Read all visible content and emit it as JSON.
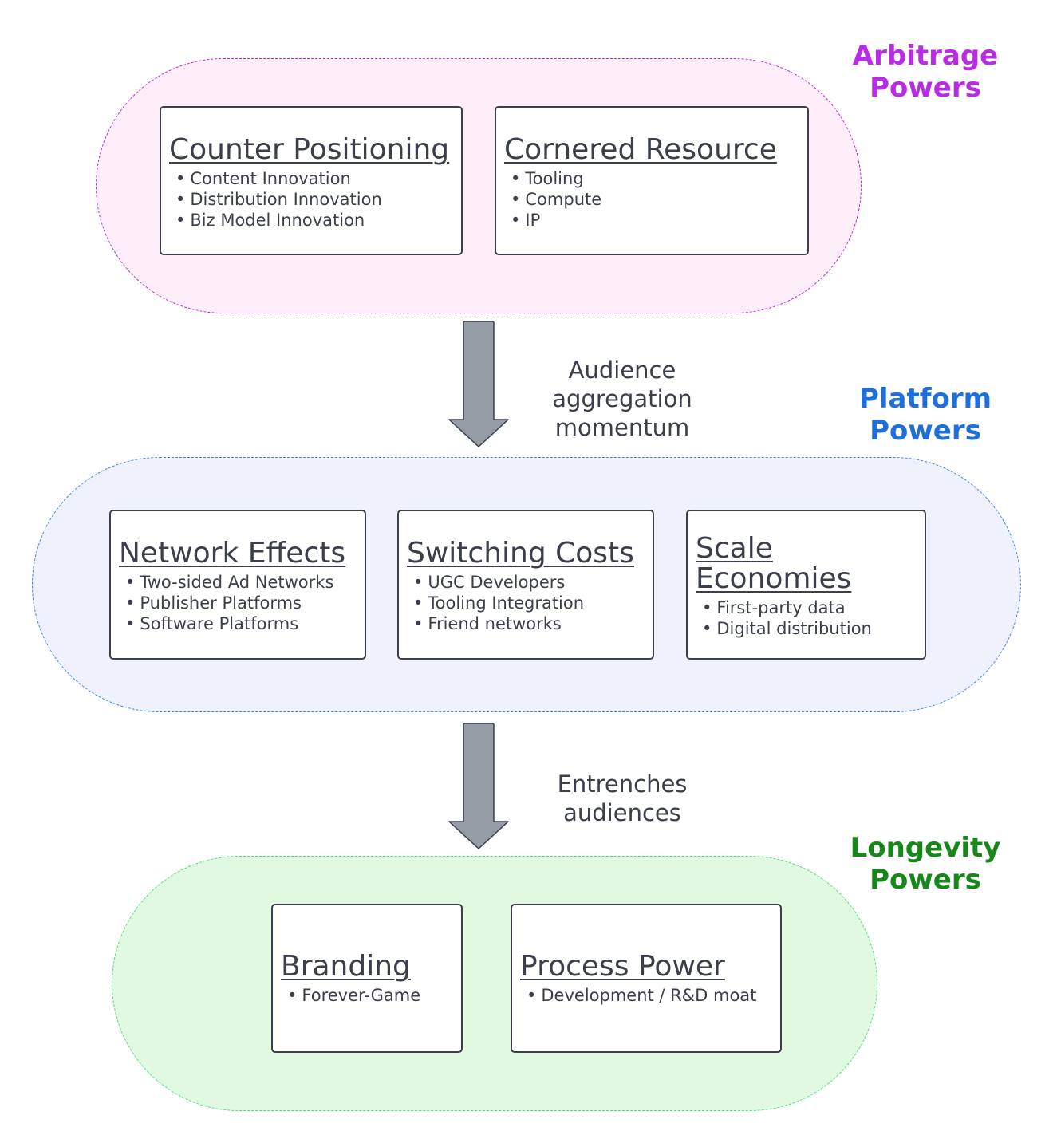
{
  "groups": [
    {
      "label_line1": "Arbitrage",
      "label_line2": "Powers",
      "color": "#b92be6",
      "cards": [
        {
          "title": "Counter Positioning",
          "items": [
            "Content Innovation",
            "Distribution Innovation",
            "Biz Model Innovation"
          ]
        },
        {
          "title": "Cornered Resource",
          "items": [
            "Tooling",
            "Compute",
            "IP"
          ]
        }
      ]
    },
    {
      "label_line1": "Platform",
      "label_line2": "Powers",
      "color": "#1e6fdc",
      "cards": [
        {
          "title": "Network Effects",
          "items": [
            "Two-sided Ad Networks",
            "Publisher Platforms",
            "Software Platforms"
          ]
        },
        {
          "title": "Switching Costs",
          "items": [
            "UGC Developers",
            "Tooling Integration",
            "Friend networks"
          ]
        },
        {
          "title": "Scale Economies",
          "title_line1": "Scale",
          "title_line2": "Economies",
          "items": [
            "First-party data",
            "Digital distribution"
          ]
        }
      ]
    },
    {
      "label_line1": "Longevity",
      "label_line2": "Powers",
      "color": "#16881a",
      "cards": [
        {
          "title": "Branding",
          "items": [
            "Forever-Game"
          ]
        },
        {
          "title": "Process Power",
          "items": [
            "Development / R&D moat"
          ]
        }
      ]
    }
  ],
  "edges": [
    {
      "line1": "Audience",
      "line2": "aggregation",
      "line3": "momentum"
    },
    {
      "line1": "Entrenches",
      "line2": "audiences"
    }
  ],
  "bullet": "•"
}
